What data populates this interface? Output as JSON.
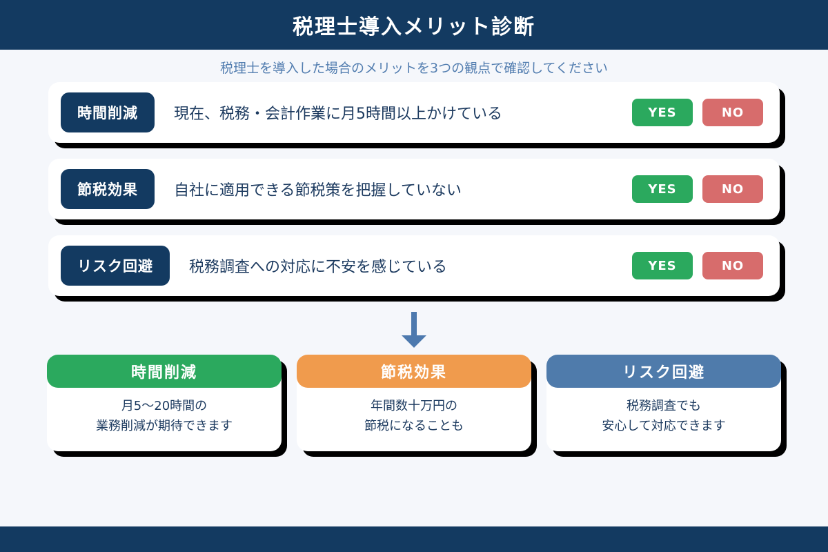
{
  "colors": {
    "navy": "#133A61",
    "background": "#F5F7FB",
    "green": "#2BA95E",
    "red": "#D76C6C",
    "orange": "#F09B4D",
    "steel_blue": "#4F7BAB",
    "arrow_blue": "#4D79AE",
    "subtitle_blue": "#537EB0",
    "text_navy": "#1C3A5F"
  },
  "header": {
    "title": "税理士導入メリット診断"
  },
  "subtitle": "税理士を導入した場合のメリットを3つの観点で確認してください",
  "questions": [
    {
      "badge": "時間削減",
      "text": "現在、税務・会計作業に月5時間以上かけている",
      "yes_label": "YES",
      "no_label": "NO"
    },
    {
      "badge": "節税効果",
      "text": "自社に適用できる節税策を把握していない",
      "yes_label": "YES",
      "no_label": "NO"
    },
    {
      "badge": "リスク回避",
      "text": "税務調査への対応に不安を感じている",
      "yes_label": "YES",
      "no_label": "NO"
    }
  ],
  "results": [
    {
      "title": "時間削減",
      "line1": "月5〜20時間の",
      "line2": "業務削減が期待できます",
      "header_color": "#2BA95E"
    },
    {
      "title": "節税効果",
      "line1": "年間数十万円の",
      "line2": "節税になることも",
      "header_color": "#F09B4D"
    },
    {
      "title": "リスク回避",
      "line1": "税務調査でも",
      "line2": "安心して対応できます",
      "header_color": "#4F7BAB"
    }
  ]
}
